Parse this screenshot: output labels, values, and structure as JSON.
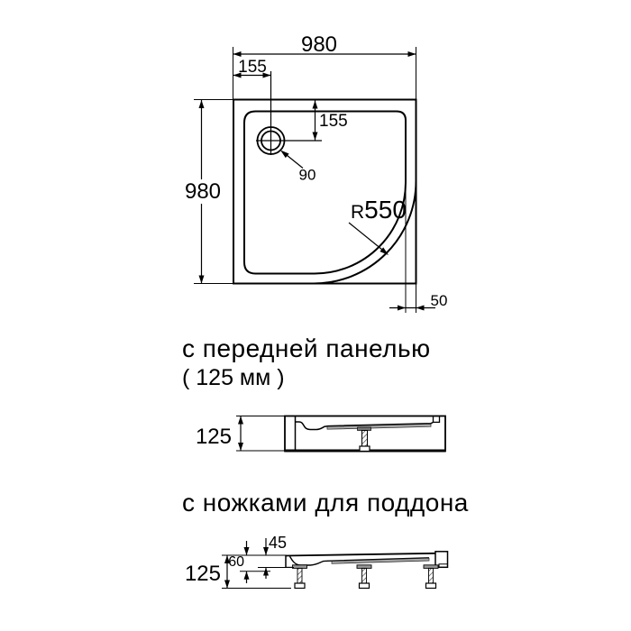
{
  "plan": {
    "width": "980",
    "height": "980",
    "drain_offset_left": "155",
    "drain_offset_top": "155",
    "drain_diameter": "90",
    "radius_prefix": "R",
    "radius_value": "550",
    "rim_width": "50"
  },
  "captions": {
    "panel_title": "с передней панелью",
    "panel_size": "( 125 мм )",
    "legs_title": "с ножками для поддона"
  },
  "panel_view": {
    "height": "125"
  },
  "legs_view": {
    "total_height": "125",
    "body_height": "60",
    "inner_depth": "45"
  }
}
